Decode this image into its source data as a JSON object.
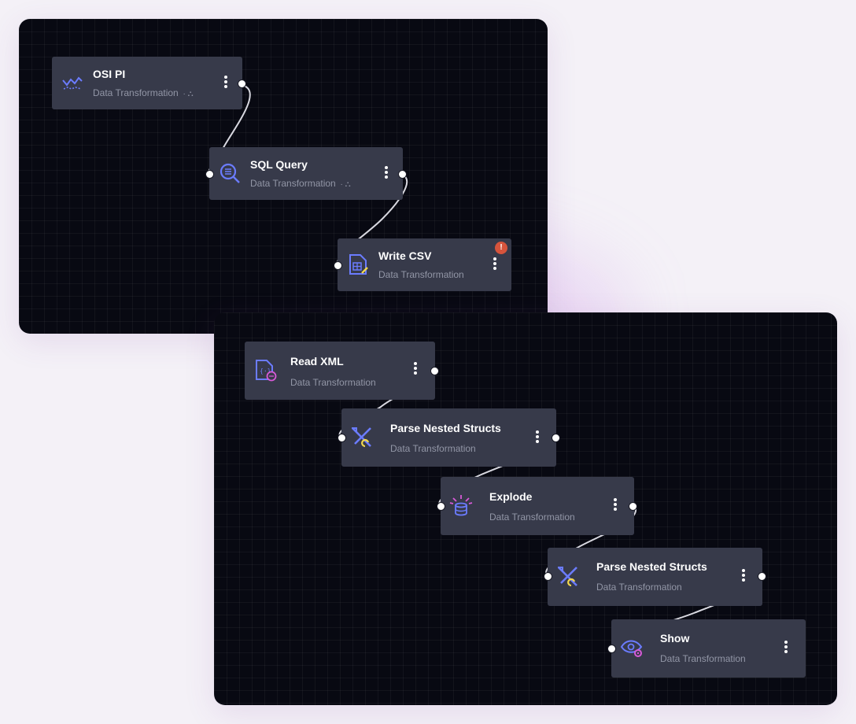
{
  "top_canvas": {
    "nodes": [
      {
        "title": "OSI PI",
        "subtitle": "Data Transformation",
        "icon": "trend-line-icon"
      },
      {
        "title": "SQL Query",
        "subtitle": "Data Transformation",
        "icon": "sql-search-icon"
      },
      {
        "title": "Write CSV",
        "subtitle": "Data Transformation",
        "icon": "write-csv-icon",
        "warning": "!"
      }
    ]
  },
  "bottom_canvas": {
    "nodes": [
      {
        "title": "Read XML",
        "subtitle": "Data Transformation",
        "icon": "read-xml-icon"
      },
      {
        "title": "Parse Nested Structs",
        "subtitle": "Data Transformation",
        "icon": "parse-tools-icon"
      },
      {
        "title": "Explode",
        "subtitle": "Data Transformation",
        "icon": "explode-database-icon"
      },
      {
        "title": "Parse Nested Structs",
        "subtitle": "Data Transformation",
        "icon": "parse-tools-icon"
      },
      {
        "title": "Show",
        "subtitle": "Data Transformation",
        "icon": "eye-gear-icon"
      }
    ]
  },
  "colors": {
    "icon_blue": "#6b7cff",
    "icon_pink": "#d85ad8",
    "icon_yellow": "#f3d84d",
    "warning": "#d6543c",
    "node_bg": "#373a4a"
  }
}
